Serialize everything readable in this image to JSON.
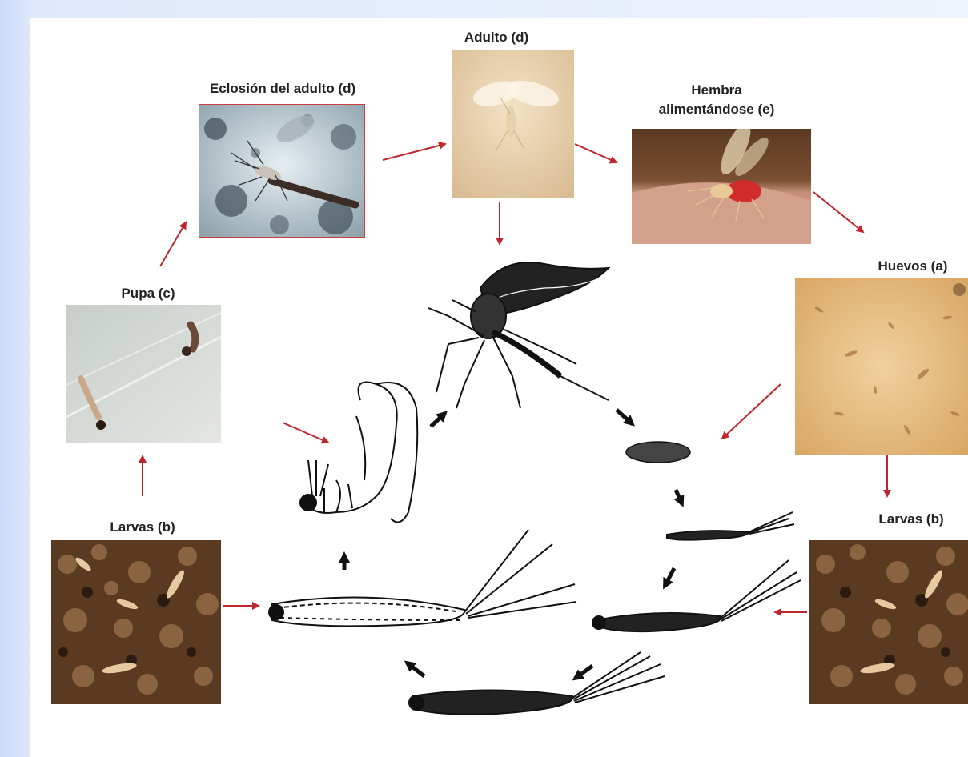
{
  "diagram": {
    "labels": {
      "adult": "Adulto (d)",
      "emergence": "Eclosión del adulto (d)",
      "female_feeding_line1": "Hembra",
      "female_feeding_line2": "alimentándose (e)",
      "eggs": "Huevos (a)",
      "pupa": "Pupa (c)",
      "larvae_left": "Larvas (b)",
      "larvae_right": "Larvas (b)"
    },
    "colors": {
      "arrow_red": "#c0272d",
      "arrow_black": "#111111",
      "background_left": "#c9d9f7"
    }
  }
}
